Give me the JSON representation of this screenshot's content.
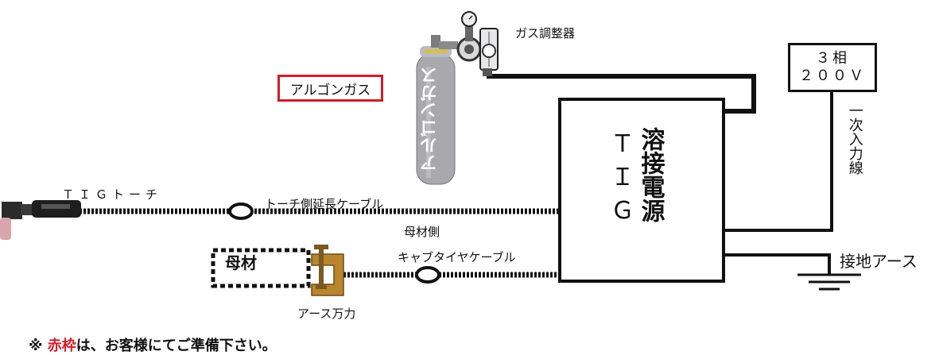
{
  "labels": {
    "gas_regulator": "ガス調整器",
    "argon_gas": "アルゴンガス",
    "cylinder_text": "アルゴンガス",
    "tig_torch": "ＴＩＧトーチ",
    "torch_extension_cable": "トーチ側延長ケーブル",
    "base_side": "母材側",
    "cabtire_cable": "キャブタイヤケーブル",
    "base_metal": "母材",
    "ground_clamp": "アース万力",
    "tig": "ＴＩＧ",
    "welding_power_source": "溶接電源",
    "power_line1": "３相",
    "power_line2": "２００Ｖ",
    "primary_input_line": "一次入力線",
    "ground_earth": "接地アース"
  },
  "note": {
    "prefix": "※ ",
    "highlight": "赤枠",
    "suffix": "は、お客様にてご準備下さい。"
  },
  "colors": {
    "highlight": "#d01e28",
    "line": "#111111",
    "cylinder": "#a9a9ad",
    "clamp": "#b8862e"
  }
}
